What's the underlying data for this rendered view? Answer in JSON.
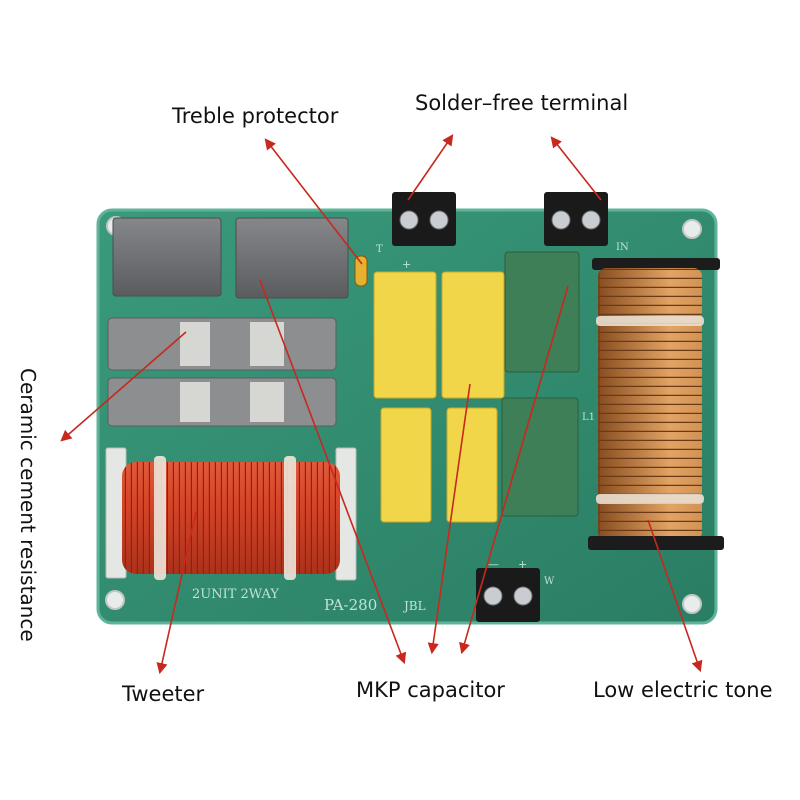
{
  "labels": {
    "treble_protector": "Treble protector",
    "solder_free_terminal": "Solder–free terminal",
    "ceramic_cement_resistance": "Ceramic cement resistance",
    "tweeter": "Tweeter",
    "mkp_capacitor": "MKP capacitor",
    "low_electric_tone": "Low electric tone"
  },
  "board": {
    "silkscreen_left": "2UNIT 2WAY",
    "silkscreen_model": "PA-280",
    "silkscreen_brand": "JBL",
    "terminal_t": "T",
    "terminal_in": "IN",
    "terminal_w": "W",
    "coil_label": "L1",
    "plus": "+",
    "minus": "—"
  },
  "colors": {
    "pcb_green": "#2f8a6e",
    "pcb_edge": "#5fb398",
    "mkp_yellow": "#f2d64a",
    "green_cap": "#3e7f57",
    "grey_cap": "#6d6f72",
    "red_coil": "#d8462a",
    "copper_coil": "#c9874a",
    "arrow_red": "#c8281e"
  }
}
